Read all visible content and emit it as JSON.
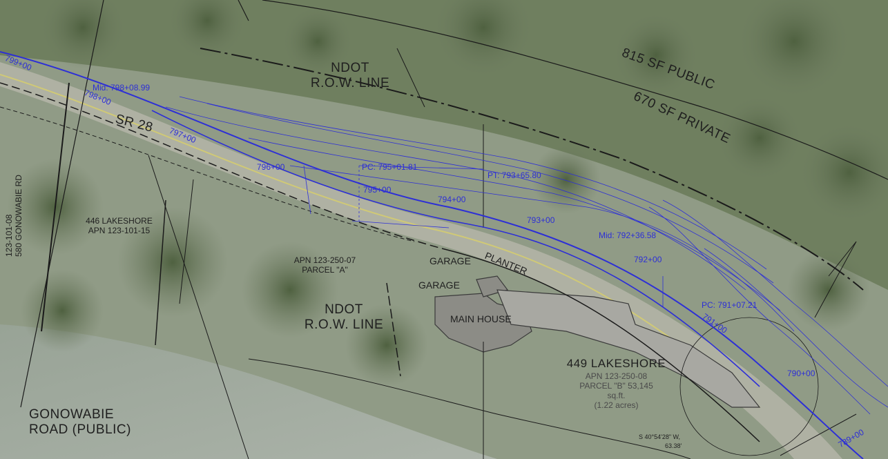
{
  "labels": {
    "ndot_row_top": [
      "NDOT",
      "R.O.W. LINE"
    ],
    "ndot_row_mid": [
      "NDOT",
      "R.O.W. LINE"
    ],
    "sf_public": "815 SF PUBLIC",
    "sf_private": "670 SF PRIVATE",
    "sr28": "SR 28",
    "lakeshore446": [
      "446 LAKESHORE",
      "APN 123-101-15"
    ],
    "apn250_07": [
      "APN 123-250-07",
      "PARCEL \"A\""
    ],
    "apn101_08": [
      "123-101-08",
      "580 GONOWABIE RD"
    ],
    "garage_top": "GARAGE",
    "garage_mid": "GARAGE",
    "planter": "PLANTER",
    "main_house": "MAIN HOUSE",
    "lakeshore449": "449 LAKESHORE",
    "apn250_08": "APN 123-250-08",
    "parcel_b": "PARCEL \"B\" 53,145",
    "sqft": "sq.ft.",
    "acres": "(1.22 acres)",
    "gonowabie": [
      "GONOWABIE",
      "ROAD (PUBLIC)"
    ],
    "bearing": "S 40°54'28\" W,",
    "distance": "63.38'"
  },
  "stations": {
    "s799": "799+00",
    "s798": "798+00",
    "mid798": "Mid: 798+08.99",
    "s797": "797+00",
    "s796": "796+00",
    "pc795": "PC: 795+01.81",
    "s795": "795+00",
    "pt793": "PT: 793+65.80",
    "s794": "794+00",
    "s793": "793+00",
    "mid792": "Mid: 792+36.58",
    "s792": "792+00",
    "pc791": "PC: 791+07.21",
    "s791": "791+00",
    "s790": "790+00",
    "s789": "789+00"
  },
  "colors": {
    "alignment": "#2d2fd6",
    "linework": "#1a1a1a",
    "label": "#1f1f1f"
  }
}
